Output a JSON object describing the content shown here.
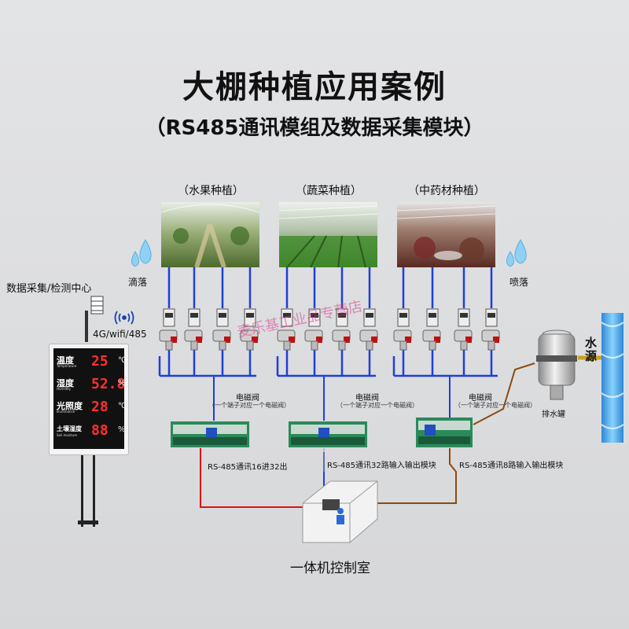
{
  "title": "大棚种植应用案例",
  "subtitle": "（RS485通讯模组及数据采集模块）",
  "greenhouses": [
    {
      "label": "（水果种植）"
    },
    {
      "label": "（蔬菜种植）"
    },
    {
      "label": "（中药材种植）"
    }
  ],
  "drip_label": "滴落",
  "spray_label": "喷落",
  "data_center_label": "数据采集/检测中心",
  "wireless_label": "4G/wifi/485",
  "display": {
    "rows": [
      {
        "label": "温度",
        "en": "Temperature",
        "value": "25",
        "unit": "℃"
      },
      {
        "label": "湿度",
        "en": "Humidity",
        "value": "52.8",
        "unit": "%"
      },
      {
        "label": "光照度",
        "en": "Illuminance",
        "value": "28",
        "unit": "℃"
      },
      {
        "label": "土壤湿度",
        "en": "Soil moisture",
        "value": "88",
        "unit": "%"
      }
    ]
  },
  "valve_groups": [
    {
      "label": "电磁阀",
      "note": "（一个端子对应一个电磁阀）"
    },
    {
      "label": "电磁阀",
      "note": "（一个端子对应一个电磁阀）"
    },
    {
      "label": "电磁阀",
      "note": "（一个端子对应一个电磁阀）"
    }
  ],
  "modules": [
    {
      "label": "RS-485通讯16进32出"
    },
    {
      "label": "RS-485通讯32路输入输出模块"
    },
    {
      "label": "RS-485通讯8路输入输出模块"
    }
  ],
  "water_source_label": "水源",
  "drain_tank_label": "排水罐",
  "control_room_label": "一体机控制室",
  "watermark": "麦乐基工业品专营店"
}
